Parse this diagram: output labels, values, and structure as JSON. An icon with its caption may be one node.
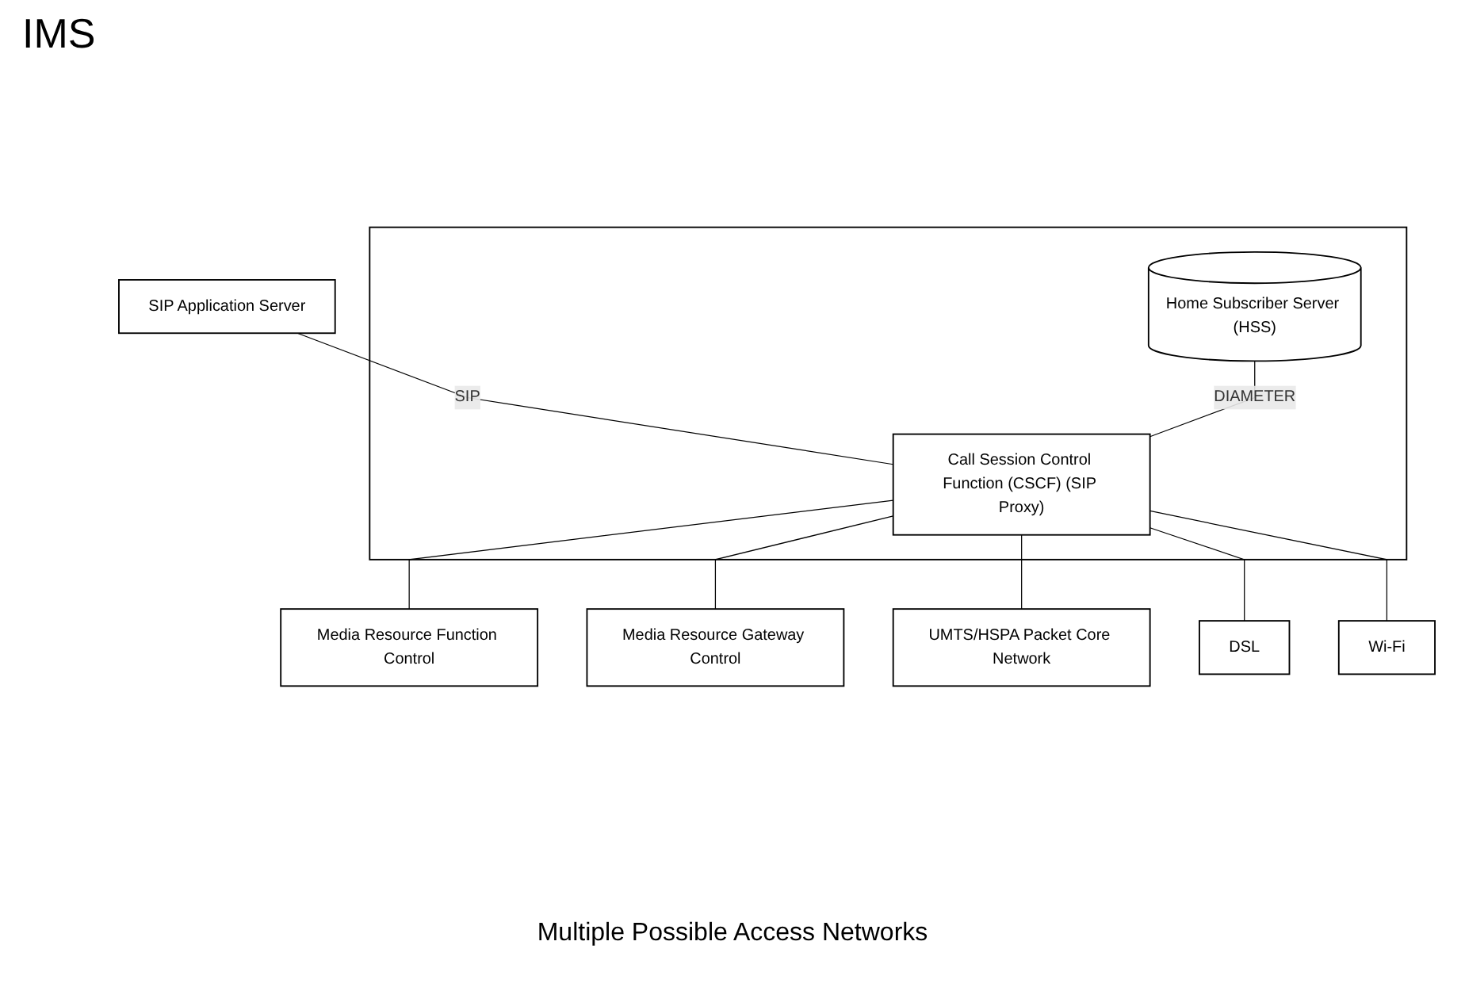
{
  "diagram": {
    "title": "IMS",
    "nodes": [
      {
        "text": [
          "SIP Application Server"
        ]
      },
      {
        "text": [],
        "shape": "box"
      },
      {
        "text": [
          "Home Subscriber Server (HSS)"
        ],
        "in": 1
      },
      {
        "text": [
          "Media Resource Function Control"
        ]
      },
      {
        "text": [
          "Media Resource Gateway Control"
        ]
      },
      {
        "text": [
          "Call Session Control Function (CSCF) (SIP Proxy)"
        ],
        "in": 1
      },
      {
        "text": [
          "UMTS/HSPA Packet Core Network"
        ]
      },
      {
        "text": [
          "DSL"
        ]
      },
      {
        "text": [
          "Wi-Fi"
        ]
      }
    ],
    "edges": [
      {
        "from": 0,
        "to": 5,
        "arrow": "none",
        "label": "SIP"
      },
      {
        "from": 2,
        "to": 5,
        "arrow": "none",
        "label": "DIAMETER"
      },
      {
        "from": 5,
        "to": 3,
        "arrow": "none"
      },
      {
        "from": 5,
        "to": 4,
        "arrow": "none"
      },
      {
        "from": 5,
        "to": 6,
        "arrow": "none"
      },
      {
        "from": 5,
        "to": 7,
        "arrow": "none"
      },
      {
        "from": 5,
        "to": 8,
        "arrow": "none"
      }
    ],
    "labels": [
      "Multiple Possible Access Networks"
    ]
  }
}
